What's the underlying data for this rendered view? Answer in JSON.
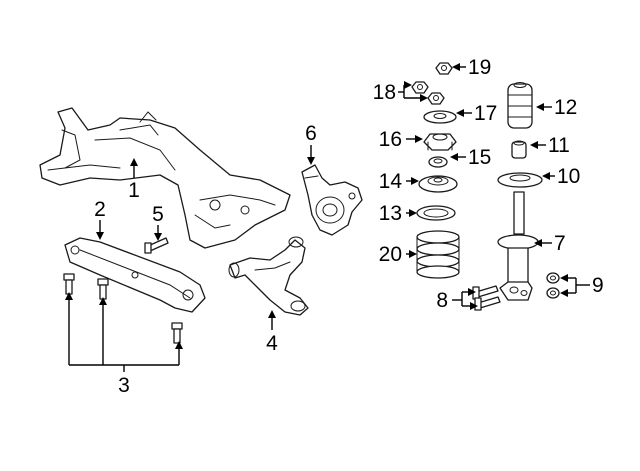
{
  "callouts": {
    "c1": "1",
    "c2": "2",
    "c3": "3",
    "c4": "4",
    "c5": "5",
    "c6": "6",
    "c7": "7",
    "c8": "8",
    "c9": "9",
    "c10": "10",
    "c11": "11",
    "c12": "12",
    "c13": "13",
    "c14": "14",
    "c15": "15",
    "c16": "16",
    "c17": "17",
    "c18": "18",
    "c19": "19",
    "c20": "20"
  },
  "colors": {
    "line": "#1a1a1a",
    "fill": "#ffffff"
  }
}
